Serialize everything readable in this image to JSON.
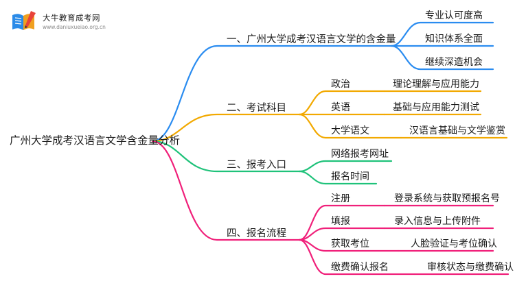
{
  "brand": {
    "name": "大牛教育成考网",
    "url": "www.daniuxueiao.org.cn",
    "icon": "book-pencil-logo-icon",
    "colors": [
      "#f0a020",
      "#2b8be8",
      "#e8433a"
    ]
  },
  "root": {
    "label": "广州大学成考汉语言文学含金量分析"
  },
  "branches": [
    {
      "label": "一、广州大学成考汉语言文学的含金量",
      "color": "#2a8cf0",
      "children": [
        {
          "label": "专业认可度高"
        },
        {
          "label": "知识体系全面"
        },
        {
          "label": "继续深造机会"
        }
      ]
    },
    {
      "label": "二、考试科目",
      "color": "#f2a900",
      "children": [
        {
          "label": "政治",
          "detail": "理论理解与应用能力"
        },
        {
          "label": "英语",
          "detail": "基础与应用能力测试"
        },
        {
          "label": "大学语文",
          "detail": "汉语言基础与文学鉴赏"
        }
      ]
    },
    {
      "label": "三、报考入口",
      "color": "#1fc27a",
      "children": [
        {
          "label": "网络报考网址"
        },
        {
          "label": "报名时间"
        }
      ]
    },
    {
      "label": "四、报名流程",
      "color": "#f0207a",
      "children": [
        {
          "label": "注册",
          "detail": "登录系统与获取预报名号"
        },
        {
          "label": "填报",
          "detail": "录入信息与上传附件"
        },
        {
          "label": "获取考位",
          "detail": "人脸验证与考位确认"
        },
        {
          "label": "缴费确认报名",
          "detail": "审核状态与缴费确认"
        }
      ]
    }
  ]
}
